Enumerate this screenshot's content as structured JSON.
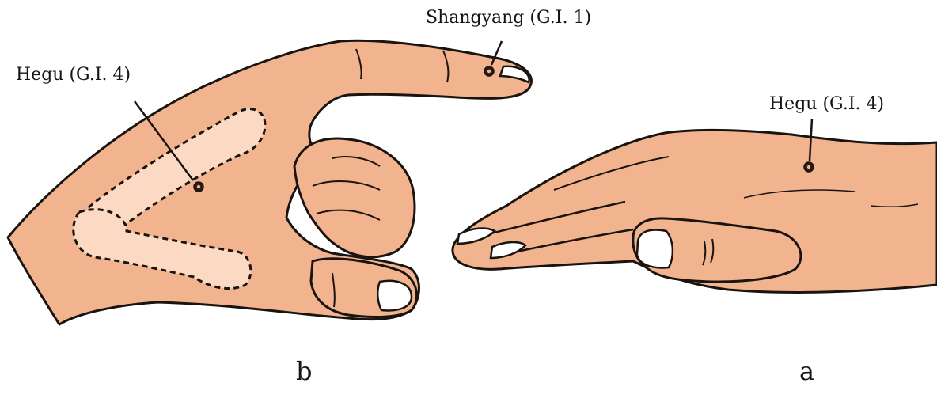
{
  "labels": {
    "shangyang": "Shangyang (G.I. 1)",
    "hegu_b": "Hegu (G.I. 4)",
    "hegu_a": "Hegu (G.I. 4)"
  },
  "panels": {
    "left": "b",
    "right": "a"
  },
  "colors": {
    "skin": "#f2b48e",
    "bone": "#fbd9c3",
    "outline": "#1a1410",
    "nail": "#ffffff",
    "background": "#ffffff"
  }
}
